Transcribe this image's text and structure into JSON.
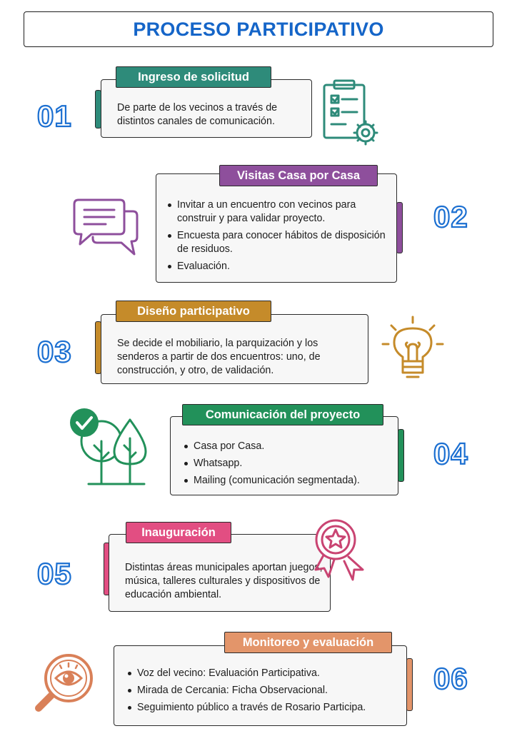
{
  "title": "PROCESO PARTICIPATIVO",
  "colors": {
    "blue": "#1565c8",
    "teal": "#2e8b7a",
    "purple": "#8e4f9c",
    "gold": "#c58b2a",
    "green": "#22915a",
    "pink": "#e24e82",
    "orange": "#e3956a"
  },
  "steps": [
    {
      "number": "01",
      "label": "Ingreso de solicitud",
      "text": "De parte de los vecinos a través de distintos canales de comunicación.",
      "icon": "clipboard-gear-icon"
    },
    {
      "number": "02",
      "label": "Visitas Casa por Casa",
      "items": [
        "Invitar a un encuentro con vecinos para construir y para validar proyecto.",
        "Encuesta para conocer hábitos de disposición de residuos.",
        "Evaluación."
      ],
      "icon": "chat-bubbles-icon"
    },
    {
      "number": "03",
      "label": "Diseño participativo",
      "text": "Se decide el mobiliario, la parquización y los senderos a partir de dos encuentros: uno, de construcción, y otro, de validación.",
      "icon": "lightbulb-icon"
    },
    {
      "number": "04",
      "label": "Comunicación del proyecto",
      "items": [
        "Casa por Casa.",
        "Whatsapp.",
        "Mailing (comunicación segmentada)."
      ],
      "icon": "trees-check-icon"
    },
    {
      "number": "05",
      "label": "Inauguración",
      "text": "Distintas áreas municipales aportan juegos, música, talleres culturales y dispositivos de educación ambiental.",
      "icon": "award-ribbon-icon"
    },
    {
      "number": "06",
      "label": "Monitoreo y evaluación",
      "items": [
        "Voz del vecino: Evaluación Participativa.",
        "Mirada de Cercania: Ficha Observacional.",
        "Seguimiento público a través de Rosario Participa."
      ],
      "icon": "magnifier-eye-icon"
    }
  ]
}
